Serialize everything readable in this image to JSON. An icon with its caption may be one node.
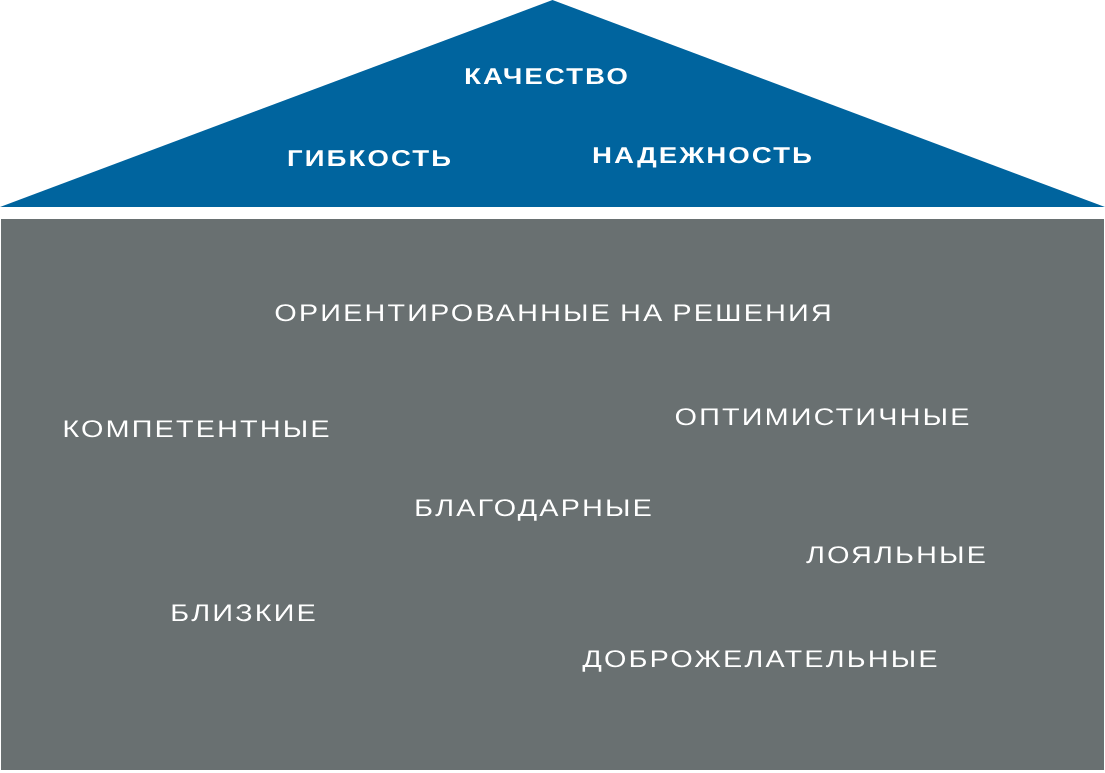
{
  "diagram": {
    "nodes": [
      {
        "text": [
          "КАЧЕСТВО",
          "ГИБКОСТЬ",
          "НАДЕЖНОСТЬ"
        ]
      },
      {
        "text": [
          "ОРИЕНТИРОВАННЫЕ НА РЕШЕНИЯ",
          "КОМПЕТЕНТНЫЕ",
          "ОПТИМИСТИЧНЫЕ",
          "БЛАГОДАРНЫЕ",
          "ЛОЯЛЬНЫЕ",
          "БЛИЗКИЕ",
          "ДОБРОЖЕЛАТЕЛЬНЫЕ"
        ]
      }
    ]
  }
}
